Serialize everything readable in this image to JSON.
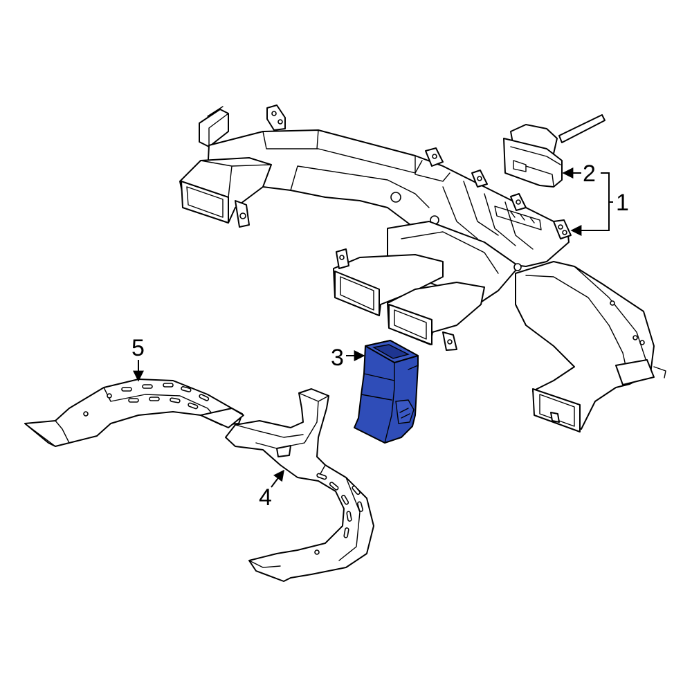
{
  "diagram": {
    "callouts": [
      {
        "id": "1",
        "text": "1"
      },
      {
        "id": "2",
        "text": "2"
      },
      {
        "id": "3",
        "text": "3"
      },
      {
        "id": "4",
        "text": "4"
      },
      {
        "id": "5",
        "text": "5"
      }
    ],
    "highlight_color": "#2f4db8",
    "highlighted_part": "3"
  }
}
